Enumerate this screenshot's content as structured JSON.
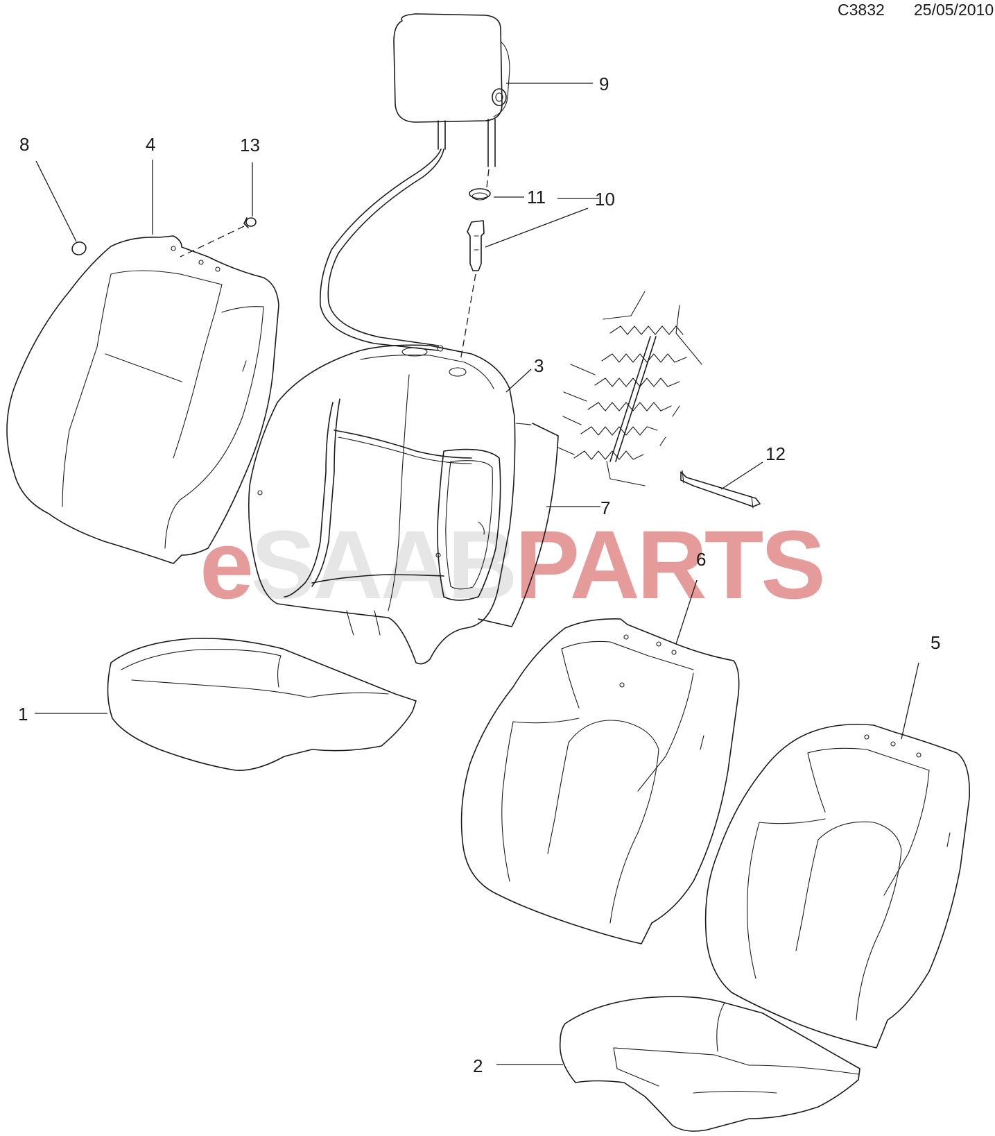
{
  "header": {
    "drawing_code": "C3832",
    "date": "25/05/2010"
  },
  "watermark": {
    "prefix": "e",
    "middle": "SAAB",
    "suffix": "PARTS",
    "colors": {
      "prefix": "#e69b9b",
      "middle": "#e6e6e6",
      "suffix": "#e69b9b"
    }
  },
  "callouts": {
    "c1": "1",
    "c2": "2",
    "c3": "3",
    "c4": "4",
    "c5": "5",
    "c6": "6",
    "c7": "7",
    "c8": "8",
    "c9": "9",
    "c10": "10",
    "c11": "11",
    "c12": "12",
    "c13": "13"
  }
}
